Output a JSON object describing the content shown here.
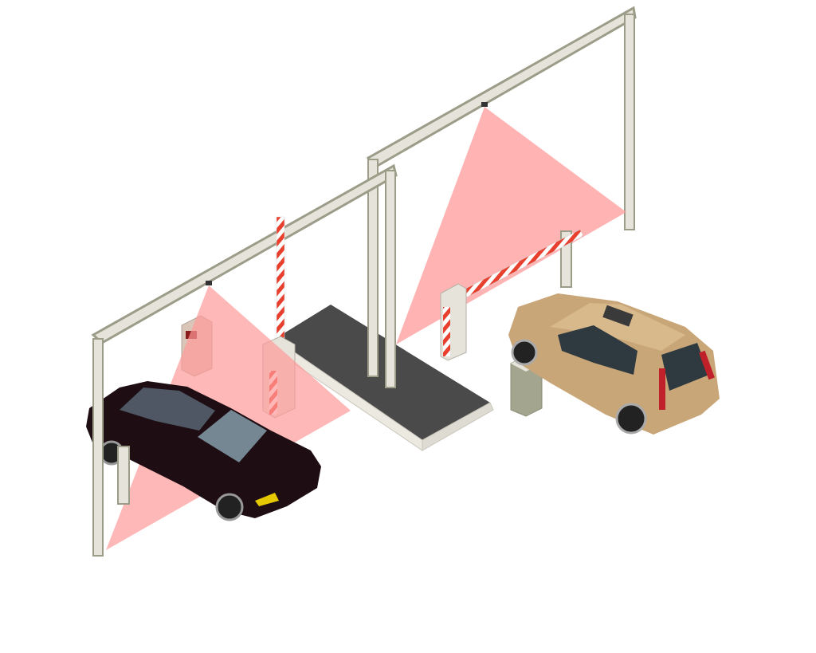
{
  "scene": {
    "description_label": "",
    "colors": {
      "background": "#ffffff",
      "gantry": "#e6e3da",
      "gantry_edge": "#9c9d88",
      "sensor_beam": "#ff9a9a",
      "island": "#4a4a4a",
      "island_curb": "#ece9e1",
      "barrier_stripe_red": "#e8402e",
      "barrier_stripe_white": "#ffffff",
      "car_dark": "#1e0d12",
      "car_tan": "#c9a678"
    },
    "icons": [
      "gantry",
      "sensor-beam",
      "parking-barrier",
      "ticket-machine",
      "sedan-car",
      "suv-car"
    ]
  }
}
